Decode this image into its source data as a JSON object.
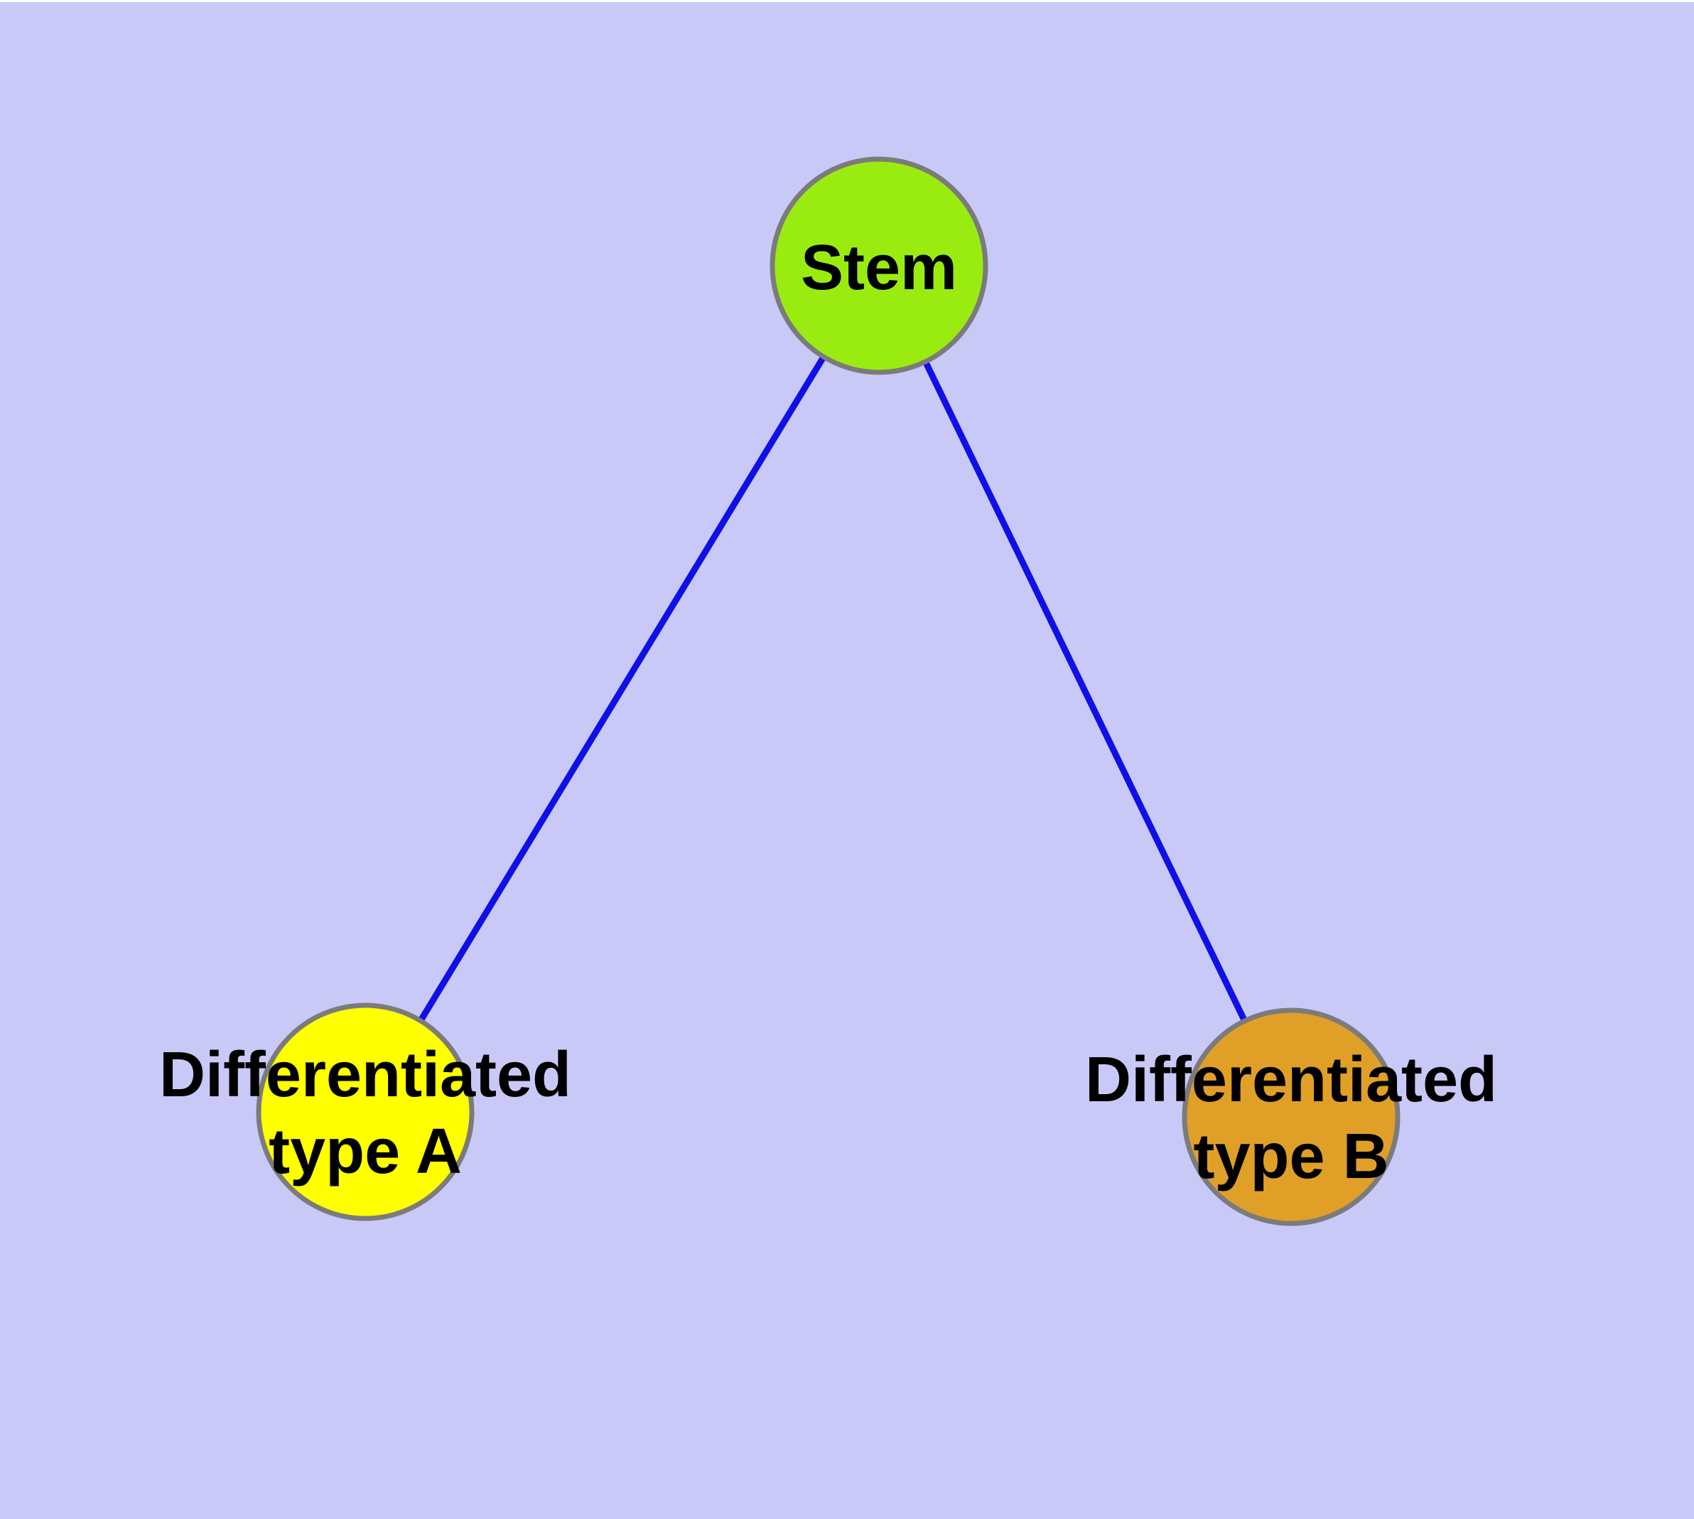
{
  "canvas": {
    "background_color": "#c9c9f8",
    "top_border_color": "#ffffff"
  },
  "graph": {
    "node_border_color": "#7b7b7b",
    "edge_color": "#0f0fe8",
    "label_color": "#000000",
    "nodes": [
      {
        "id": "stem",
        "lines": [
          "Stem"
        ],
        "fill": "#9aec10"
      },
      {
        "id": "differentiated-type-a",
        "lines": [
          "Differentiated",
          "type A"
        ],
        "fill": "#ffff00"
      },
      {
        "id": "differentiated-type-b",
        "lines": [
          "Differentiated",
          "type B"
        ],
        "fill": "#e0a028"
      }
    ],
    "edges": [
      {
        "from": "stem",
        "to": "differentiated-type-a"
      },
      {
        "from": "stem",
        "to": "differentiated-type-b"
      }
    ]
  }
}
